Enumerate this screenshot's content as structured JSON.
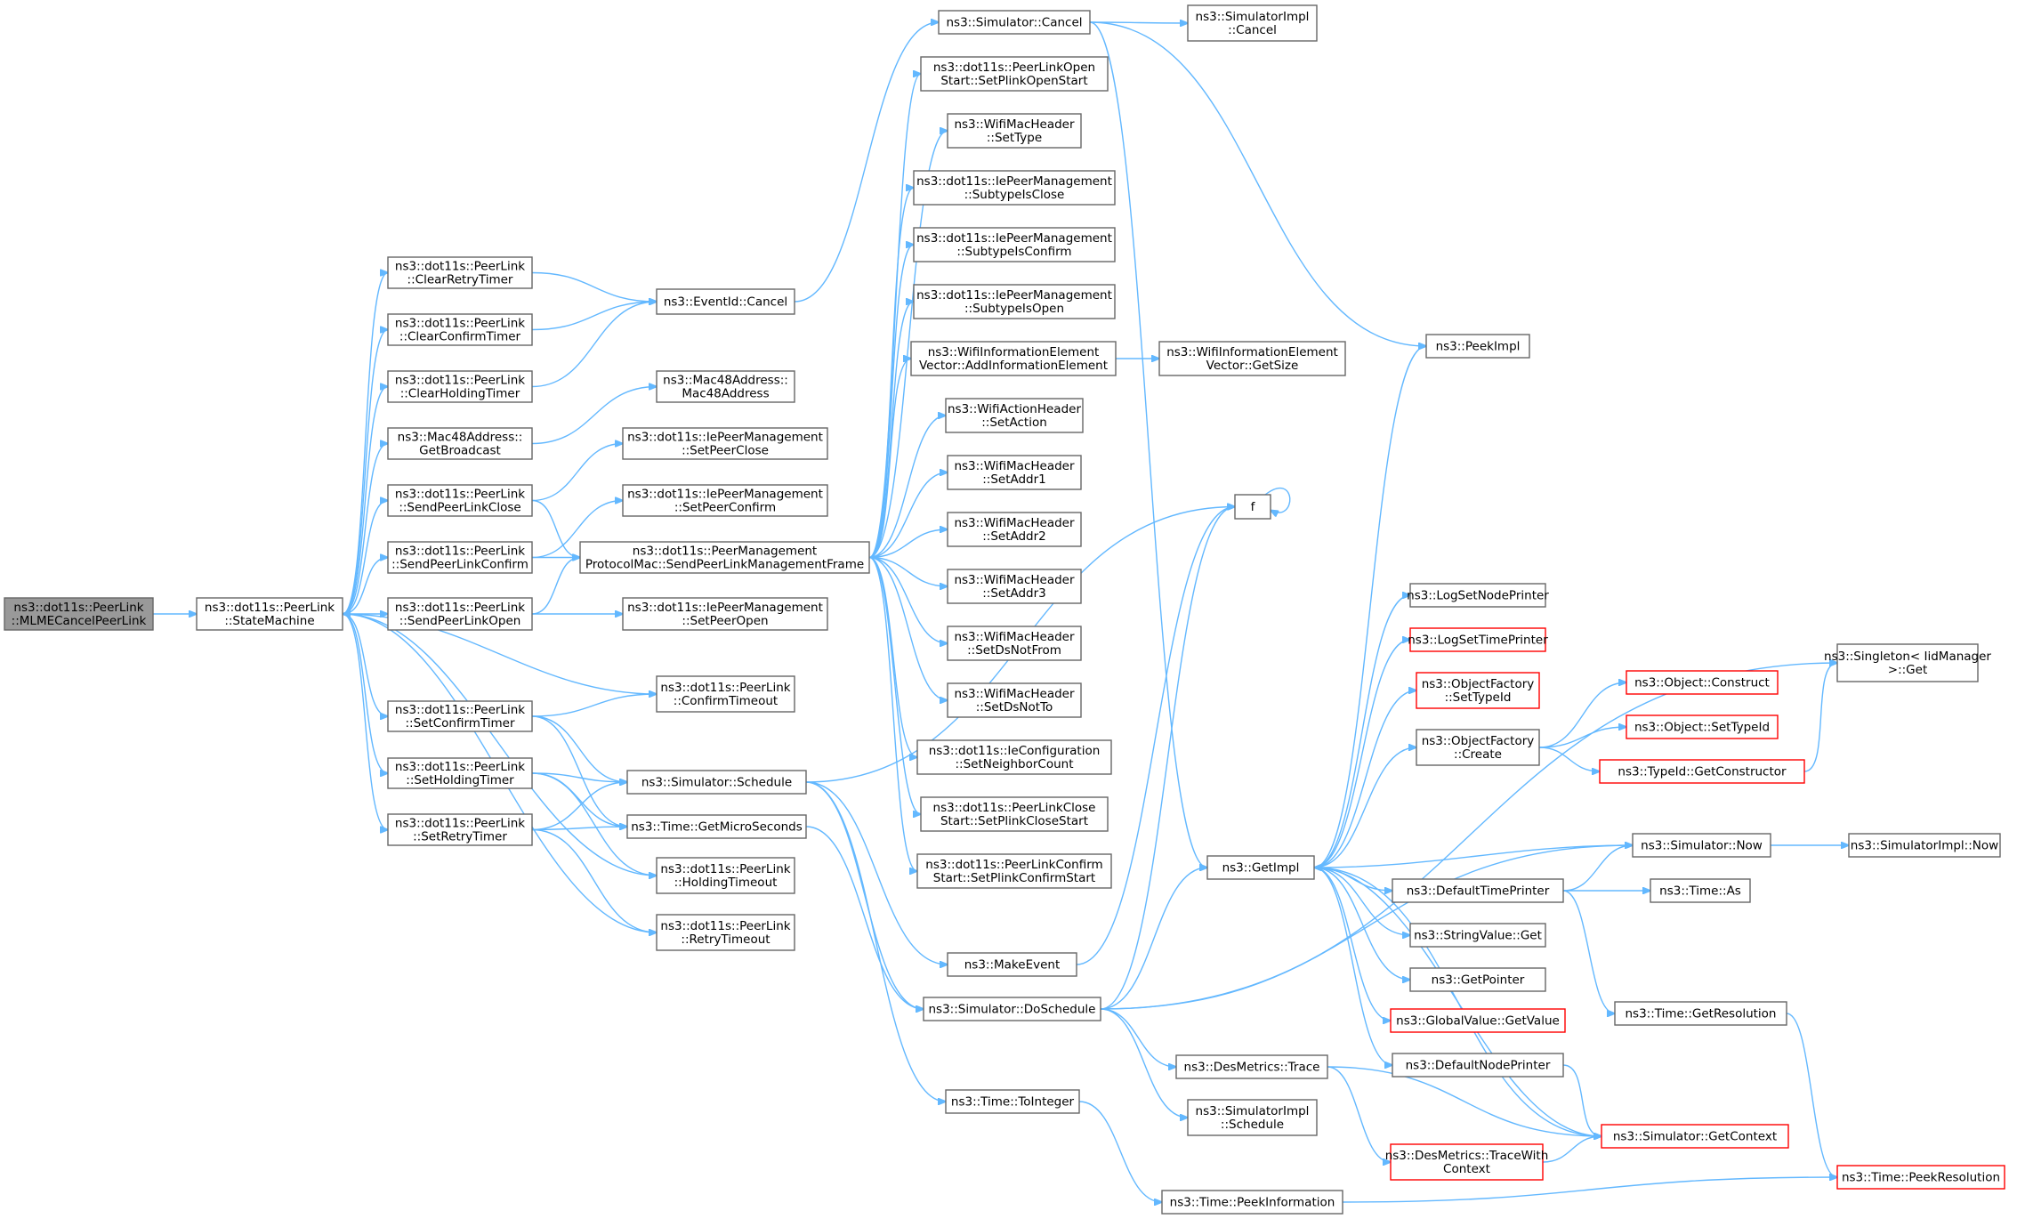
{
  "graph": {
    "nodes": [
      {
        "id": "root",
        "lines": [
          "ns3::dot11s::PeerLink",
          "::MLMECancelPeerLink"
        ],
        "style": "root"
      },
      {
        "id": "sm",
        "lines": [
          "ns3::dot11s::PeerLink",
          "::StateMachine"
        ]
      },
      {
        "id": "clearRetry",
        "lines": [
          "ns3::dot11s::PeerLink",
          "::ClearRetryTimer"
        ]
      },
      {
        "id": "clearConfirm",
        "lines": [
          "ns3::dot11s::PeerLink",
          "::ClearConfirmTimer"
        ]
      },
      {
        "id": "clearHolding",
        "lines": [
          "ns3::dot11s::PeerLink",
          "::ClearHoldingTimer"
        ]
      },
      {
        "id": "getBroadcast",
        "lines": [
          "ns3::Mac48Address::",
          "GetBroadcast"
        ]
      },
      {
        "id": "sendClose",
        "lines": [
          "ns3::dot11s::PeerLink",
          "::SendPeerLinkClose"
        ]
      },
      {
        "id": "sendConfirm",
        "lines": [
          "ns3::dot11s::PeerLink",
          "::SendPeerLinkConfirm"
        ]
      },
      {
        "id": "sendOpen",
        "lines": [
          "ns3::dot11s::PeerLink",
          "::SendPeerLinkOpen"
        ]
      },
      {
        "id": "setConfirmTimer",
        "lines": [
          "ns3::dot11s::PeerLink",
          "::SetConfirmTimer"
        ]
      },
      {
        "id": "setHoldingTimer",
        "lines": [
          "ns3::dot11s::PeerLink",
          "::SetHoldingTimer"
        ]
      },
      {
        "id": "setRetryTimer",
        "lines": [
          "ns3::dot11s::PeerLink",
          "::SetRetryTimer"
        ]
      },
      {
        "id": "eventCancel",
        "lines": [
          "ns3::EventId::Cancel"
        ]
      },
      {
        "id": "mac48ctor",
        "lines": [
          "ns3::Mac48Address::",
          "Mac48Address"
        ]
      },
      {
        "id": "setPeerClose",
        "lines": [
          "ns3::dot11s::IePeerManagement",
          "::SetPeerClose"
        ]
      },
      {
        "id": "setPeerConfirm",
        "lines": [
          "ns3::dot11s::IePeerManagement",
          "::SetPeerConfirm"
        ]
      },
      {
        "id": "sendMgmt",
        "lines": [
          "ns3::dot11s::PeerManagement",
          "ProtocolMac::SendPeerLinkManagementFrame"
        ]
      },
      {
        "id": "setPeerOpen",
        "lines": [
          "ns3::dot11s::IePeerManagement",
          "::SetPeerOpen"
        ]
      },
      {
        "id": "confirmTimeout",
        "lines": [
          "ns3::dot11s::PeerLink",
          "::ConfirmTimeout"
        ]
      },
      {
        "id": "schedule",
        "lines": [
          "ns3::Simulator::Schedule"
        ]
      },
      {
        "id": "getMicro",
        "lines": [
          "ns3::Time::GetMicroSeconds"
        ]
      },
      {
        "id": "holdingTimeout",
        "lines": [
          "ns3::dot11s::PeerLink",
          "::HoldingTimeout"
        ]
      },
      {
        "id": "retryTimeout",
        "lines": [
          "ns3::dot11s::PeerLink",
          "::RetryTimeout"
        ]
      },
      {
        "id": "simCancel",
        "lines": [
          "ns3::Simulator::Cancel"
        ]
      },
      {
        "id": "setPlinkOpen",
        "lines": [
          "ns3::dot11s::PeerLinkOpen",
          "Start::SetPlinkOpenStart"
        ]
      },
      {
        "id": "setType",
        "lines": [
          "ns3::WifiMacHeader",
          "::SetType"
        ]
      },
      {
        "id": "subClose",
        "lines": [
          "ns3::dot11s::IePeerManagement",
          "::SubtypeIsClose"
        ]
      },
      {
        "id": "subConfirm",
        "lines": [
          "ns3::dot11s::IePeerManagement",
          "::SubtypeIsConfirm"
        ]
      },
      {
        "id": "subOpen",
        "lines": [
          "ns3::dot11s::IePeerManagement",
          "::SubtypeIsOpen"
        ]
      },
      {
        "id": "addInfo",
        "lines": [
          "ns3::WifiInformationElement",
          "Vector::AddInformationElement"
        ]
      },
      {
        "id": "setAction",
        "lines": [
          "ns3::WifiActionHeader",
          "::SetAction"
        ]
      },
      {
        "id": "setAddr1",
        "lines": [
          "ns3::WifiMacHeader",
          "::SetAddr1"
        ]
      },
      {
        "id": "setAddr2",
        "lines": [
          "ns3::WifiMacHeader",
          "::SetAddr2"
        ]
      },
      {
        "id": "setAddr3",
        "lines": [
          "ns3::WifiMacHeader",
          "::SetAddr3"
        ]
      },
      {
        "id": "setDsNotFrom",
        "lines": [
          "ns3::WifiMacHeader",
          "::SetDsNotFrom"
        ]
      },
      {
        "id": "setDsNotTo",
        "lines": [
          "ns3::WifiMacHeader",
          "::SetDsNotTo"
        ]
      },
      {
        "id": "setNeighbor",
        "lines": [
          "ns3::dot11s::IeConfiguration",
          "::SetNeighborCount"
        ]
      },
      {
        "id": "setPlinkClose",
        "lines": [
          "ns3::dot11s::PeerLinkClose",
          "Start::SetPlinkCloseStart"
        ]
      },
      {
        "id": "setPlinkConfirm",
        "lines": [
          "ns3::dot11s::PeerLinkConfirm",
          "Start::SetPlinkConfirmStart"
        ]
      },
      {
        "id": "makeEvent",
        "lines": [
          "ns3::MakeEvent"
        ]
      },
      {
        "id": "doSchedule",
        "lines": [
          "ns3::Simulator::DoSchedule"
        ]
      },
      {
        "id": "toInteger",
        "lines": [
          "ns3::Time::ToInteger"
        ]
      },
      {
        "id": "simImplCancel",
        "lines": [
          "ns3::SimulatorImpl",
          "::Cancel"
        ]
      },
      {
        "id": "getSize",
        "lines": [
          "ns3::WifiInformationElement",
          "Vector::GetSize"
        ]
      },
      {
        "id": "f",
        "lines": [
          "f"
        ]
      },
      {
        "id": "getImpl",
        "lines": [
          "ns3::GetImpl"
        ]
      },
      {
        "id": "desTrace",
        "lines": [
          "ns3::DesMetrics::Trace"
        ]
      },
      {
        "id": "simImplSchedule",
        "lines": [
          "ns3::SimulatorImpl",
          "::Schedule"
        ]
      },
      {
        "id": "traceWithContext",
        "lines": [
          "ns3::DesMetrics::TraceWith",
          "Context"
        ],
        "style": "red"
      },
      {
        "id": "peekInfo",
        "lines": [
          "ns3::Time::PeekInformation"
        ]
      },
      {
        "id": "peekImpl",
        "lines": [
          "ns3::PeekImpl"
        ]
      },
      {
        "id": "logNode",
        "lines": [
          "ns3::LogSetNodePrinter"
        ]
      },
      {
        "id": "logTime",
        "lines": [
          "ns3::LogSetTimePrinter"
        ],
        "style": "red"
      },
      {
        "id": "ofSetTypeId",
        "lines": [
          "ns3::ObjectFactory",
          "::SetTypeId"
        ],
        "style": "red"
      },
      {
        "id": "ofCreate",
        "lines": [
          "ns3::ObjectFactory",
          "::Create"
        ]
      },
      {
        "id": "defTime",
        "lines": [
          "ns3::DefaultTimePrinter"
        ]
      },
      {
        "id": "strGet",
        "lines": [
          "ns3::StringValue::Get"
        ]
      },
      {
        "id": "getPointer",
        "lines": [
          "ns3::GetPointer"
        ]
      },
      {
        "id": "gvGetValue",
        "lines": [
          "ns3::GlobalValue::GetValue"
        ],
        "style": "red"
      },
      {
        "id": "defNode",
        "lines": [
          "ns3::DefaultNodePrinter"
        ]
      },
      {
        "id": "getContext",
        "lines": [
          "ns3::Simulator::GetContext"
        ],
        "style": "red"
      },
      {
        "id": "objConstruct",
        "lines": [
          "ns3::Object::Construct"
        ],
        "style": "red"
      },
      {
        "id": "objSetTypeId",
        "lines": [
          "ns3::Object::SetTypeId"
        ],
        "style": "red"
      },
      {
        "id": "getCtor",
        "lines": [
          "ns3::TypeId::GetConstructor"
        ],
        "style": "red"
      },
      {
        "id": "simNow",
        "lines": [
          "ns3::Simulator::Now"
        ]
      },
      {
        "id": "timeAs",
        "lines": [
          "ns3::Time::As"
        ]
      },
      {
        "id": "getRes",
        "lines": [
          "ns3::Time::GetResolution"
        ]
      },
      {
        "id": "singleton",
        "lines": [
          "ns3::Singleton< IidManager",
          ">::Get"
        ]
      },
      {
        "id": "simImplNow",
        "lines": [
          "ns3::SimulatorImpl::Now"
        ]
      },
      {
        "id": "peekRes",
        "lines": [
          "ns3::Time::PeekResolution"
        ],
        "style": "red"
      }
    ],
    "edges": [
      [
        "root",
        "sm"
      ],
      [
        "sm",
        "clearRetry"
      ],
      [
        "sm",
        "clearConfirm"
      ],
      [
        "sm",
        "clearHolding"
      ],
      [
        "sm",
        "getBroadcast"
      ],
      [
        "sm",
        "sendClose"
      ],
      [
        "sm",
        "sendConfirm"
      ],
      [
        "sm",
        "sendOpen"
      ],
      [
        "sm",
        "setConfirmTimer"
      ],
      [
        "sm",
        "setHoldingTimer"
      ],
      [
        "sm",
        "setRetryTimer"
      ],
      [
        "clearRetry",
        "eventCancel"
      ],
      [
        "clearConfirm",
        "eventCancel"
      ],
      [
        "clearHolding",
        "eventCancel"
      ],
      [
        "getBroadcast",
        "mac48ctor"
      ],
      [
        "sendClose",
        "setPeerClose"
      ],
      [
        "sendClose",
        "sendMgmt"
      ],
      [
        "sendConfirm",
        "setPeerConfirm"
      ],
      [
        "sendConfirm",
        "sendMgmt"
      ],
      [
        "sendOpen",
        "sendMgmt"
      ],
      [
        "sendOpen",
        "setPeerOpen"
      ],
      [
        "setConfirmTimer",
        "confirmTimeout"
      ],
      [
        "setConfirmTimer",
        "schedule"
      ],
      [
        "setConfirmTimer",
        "getMicro"
      ],
      [
        "setHoldingTimer",
        "schedule"
      ],
      [
        "setHoldingTimer",
        "getMicro"
      ],
      [
        "setHoldingTimer",
        "holdingTimeout"
      ],
      [
        "setRetryTimer",
        "schedule"
      ],
      [
        "setRetryTimer",
        "getMicro"
      ],
      [
        "setRetryTimer",
        "retryTimeout"
      ],
      [
        "confirmTimeout",
        "sm"
      ],
      [
        "holdingTimeout",
        "sm"
      ],
      [
        "retryTimeout",
        "sm"
      ],
      [
        "eventCancel",
        "simCancel"
      ],
      [
        "sendMgmt",
        "setPlinkOpen"
      ],
      [
        "sendMgmt",
        "setType"
      ],
      [
        "sendMgmt",
        "subClose"
      ],
      [
        "sendMgmt",
        "subConfirm"
      ],
      [
        "sendMgmt",
        "subOpen"
      ],
      [
        "sendMgmt",
        "addInfo"
      ],
      [
        "sendMgmt",
        "setAction"
      ],
      [
        "sendMgmt",
        "setAddr1"
      ],
      [
        "sendMgmt",
        "setAddr2"
      ],
      [
        "sendMgmt",
        "setAddr3"
      ],
      [
        "sendMgmt",
        "setDsNotFrom"
      ],
      [
        "sendMgmt",
        "setDsNotTo"
      ],
      [
        "sendMgmt",
        "setNeighbor"
      ],
      [
        "sendMgmt",
        "setPlinkClose"
      ],
      [
        "sendMgmt",
        "setPlinkConfirm"
      ],
      [
        "schedule",
        "makeEvent"
      ],
      [
        "schedule",
        "doSchedule"
      ],
      [
        "schedule",
        "toInteger"
      ],
      [
        "schedule",
        "f"
      ],
      [
        "getMicro",
        "doSchedule"
      ],
      [
        "simCancel",
        "simImplCancel"
      ],
      [
        "simCancel",
        "getImpl"
      ],
      [
        "simCancel",
        "peekImpl"
      ],
      [
        "addInfo",
        "getSize"
      ],
      [
        "makeEvent",
        "f"
      ],
      [
        "f",
        "f"
      ],
      [
        "doSchedule",
        "f"
      ],
      [
        "doSchedule",
        "getImpl"
      ],
      [
        "doSchedule",
        "desTrace"
      ],
      [
        "doSchedule",
        "simImplSchedule"
      ],
      [
        "doSchedule",
        "simNow"
      ],
      [
        "doSchedule",
        "singleton"
      ],
      [
        "toInteger",
        "peekInfo"
      ],
      [
        "desTrace",
        "traceWithContext"
      ],
      [
        "desTrace",
        "getContext"
      ],
      [
        "traceWithContext",
        "getContext"
      ],
      [
        "peekInfo",
        "peekRes"
      ],
      [
        "getImpl",
        "peekImpl"
      ],
      [
        "getImpl",
        "logNode"
      ],
      [
        "getImpl",
        "logTime"
      ],
      [
        "getImpl",
        "ofSetTypeId"
      ],
      [
        "getImpl",
        "ofCreate"
      ],
      [
        "getImpl",
        "defTime"
      ],
      [
        "getImpl",
        "strGet"
      ],
      [
        "getImpl",
        "getPointer"
      ],
      [
        "getImpl",
        "gvGetValue"
      ],
      [
        "getImpl",
        "defNode"
      ],
      [
        "getImpl",
        "getContext"
      ],
      [
        "ofCreate",
        "objConstruct"
      ],
      [
        "ofCreate",
        "objSetTypeId"
      ],
      [
        "ofCreate",
        "getCtor"
      ],
      [
        "getCtor",
        "singleton"
      ],
      [
        "defTime",
        "simNow"
      ],
      [
        "defTime",
        "timeAs"
      ],
      [
        "defTime",
        "getRes"
      ],
      [
        "defNode",
        "getContext"
      ],
      [
        "simNow",
        "getImpl"
      ],
      [
        "simNow",
        "simImplNow"
      ],
      [
        "getContext",
        "getImpl"
      ],
      [
        "getRes",
        "peekRes"
      ]
    ]
  }
}
